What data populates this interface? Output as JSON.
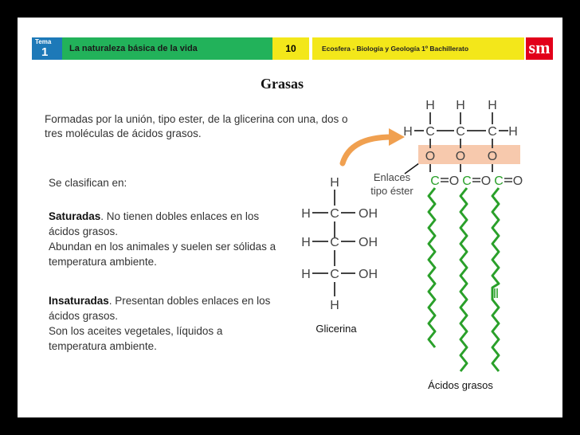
{
  "header": {
    "tema_label": "Tema",
    "tema_number": "1",
    "unit_title": "La naturaleza básica de la vida",
    "page_number": "10",
    "book_title": "Ecosfera - Biología y Geología 1º Bachillerato",
    "logo_text": "sm"
  },
  "title": "Grasas",
  "intro": "Formadas por la unión, tipo ester, de la glicerina con una, dos o tres moléculas de ácidos grasos.",
  "classify": "Se clasifican en:",
  "saturadas": {
    "term": "Saturadas",
    "line1": ". No tienen dobles enlaces en los ácidos grasos.",
    "line2": "Abundan en los animales y suelen ser sólidas a temperatura ambiente."
  },
  "insaturadas": {
    "term": "Insaturadas",
    "line1": ". Presentan dobles enlaces en los ácidos grasos.",
    "line2": "Son los aceites vegetales, líquidos a temperatura ambiente."
  },
  "diagram": {
    "glycerol_label": "Glicerina",
    "ester_label_1": "Enlaces",
    "ester_label_2": "tipo éster",
    "fatty_acids_label": "Ácidos grasos",
    "atoms": {
      "H": "H",
      "C": "C",
      "O": "O",
      "OH": "OH"
    },
    "colors": {
      "green": "#2aa02a",
      "ester_box": "#f7c9ad",
      "arrow": "#f0a050",
      "atom": "#444444"
    }
  }
}
